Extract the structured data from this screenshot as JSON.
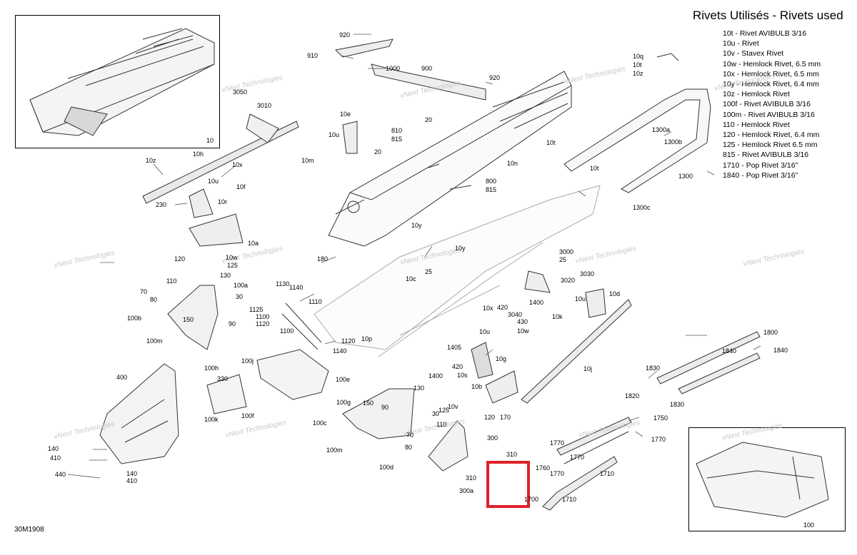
{
  "header": {
    "title": "Rivets Utilisés - Rivets used"
  },
  "legend": [
    "10t - Rivet AVIBULB 3/16",
    "10u - Rivet",
    "10v - Stavex Rivet",
    "10w - Hemlock Rivet, 6.5 mm",
    "10x - Hemlock Rivet, 6.5 mm",
    "10y - Hemlock Rivet, 6.4 mm",
    "10z - Hemlock Rivet",
    "100f - Rivet AVIBULB 3/16",
    "100m - Rivet AVIBULB 3/16",
    "110 - Hemlock Rivet",
    "120 - Hemlock Rivet, 6.4 mm",
    "125 - Hemlock Rivet 6.5 mm",
    "815 - Rivet AVIBULB 3/16",
    "1710 - Pop Rivet 3/16”",
    "1840 - Pop Rivet 3/16”"
  ],
  "drawing_code": "30M1908",
  "watermark": "vNext Technologies",
  "insets": {
    "top_left_number": "10",
    "bottom_right_number": "100"
  },
  "highlight": {
    "color": "#e0202a"
  },
  "part_labels": [
    {
      "t": "920"
    },
    {
      "t": "910"
    },
    {
      "t": "1000"
    },
    {
      "t": "900"
    },
    {
      "t": "920"
    },
    {
      "t": "10q"
    },
    {
      "t": "10t"
    },
    {
      "t": "10z"
    },
    {
      "t": "3050"
    },
    {
      "t": "3010"
    },
    {
      "t": "10e"
    },
    {
      "t": "20"
    },
    {
      "t": "10u"
    },
    {
      "t": "810"
    },
    {
      "t": "815"
    },
    {
      "t": "20"
    },
    {
      "t": "10m"
    },
    {
      "t": "10n"
    },
    {
      "t": "1300a"
    },
    {
      "t": "1300b"
    },
    {
      "t": "1300"
    },
    {
      "t": "10t"
    },
    {
      "t": "10t"
    },
    {
      "t": "1300c"
    },
    {
      "t": "800"
    },
    {
      "t": "815"
    },
    {
      "t": "10z"
    },
    {
      "t": "10h"
    },
    {
      "t": "10x"
    },
    {
      "t": "10u"
    },
    {
      "t": "10f"
    },
    {
      "t": "230"
    },
    {
      "t": "10r"
    },
    {
      "t": "10a"
    },
    {
      "t": "10y"
    },
    {
      "t": "120"
    },
    {
      "t": "10w"
    },
    {
      "t": "125"
    },
    {
      "t": "130"
    },
    {
      "t": "180"
    },
    {
      "t": "10y"
    },
    {
      "t": "25"
    },
    {
      "t": "3000"
    },
    {
      "t": "25"
    },
    {
      "t": "3030"
    },
    {
      "t": "110"
    },
    {
      "t": "100a"
    },
    {
      "t": "70"
    },
    {
      "t": "80"
    },
    {
      "t": "30"
    },
    {
      "t": "1130"
    },
    {
      "t": "1140"
    },
    {
      "t": "1110"
    },
    {
      "t": "10c"
    },
    {
      "t": "3020"
    },
    {
      "t": "10d"
    },
    {
      "t": "10u"
    },
    {
      "t": "100b"
    },
    {
      "t": "150"
    },
    {
      "t": "90"
    },
    {
      "t": "1125"
    },
    {
      "t": "1100"
    },
    {
      "t": "1120"
    },
    {
      "t": "1100"
    },
    {
      "t": "1400"
    },
    {
      "t": "10x"
    },
    {
      "t": "420"
    },
    {
      "t": "3040"
    },
    {
      "t": "10k"
    },
    {
      "t": "430"
    },
    {
      "t": "10u"
    },
    {
      "t": "10w"
    },
    {
      "t": "100m"
    },
    {
      "t": "1120"
    },
    {
      "t": "10p"
    },
    {
      "t": "1140"
    },
    {
      "t": "1405"
    },
    {
      "t": "1800"
    },
    {
      "t": "1840"
    },
    {
      "t": "1840"
    },
    {
      "t": "10g"
    },
    {
      "t": "420"
    },
    {
      "t": "10s"
    },
    {
      "t": "10j"
    },
    {
      "t": "400"
    },
    {
      "t": "100j"
    },
    {
      "t": "100h"
    },
    {
      "t": "330"
    },
    {
      "t": "100e"
    },
    {
      "t": "1400"
    },
    {
      "t": "10b"
    },
    {
      "t": "1830"
    },
    {
      "t": "130"
    },
    {
      "t": "1820"
    },
    {
      "t": "1830"
    },
    {
      "t": "100g"
    },
    {
      "t": "150"
    },
    {
      "t": "90"
    },
    {
      "t": "10v"
    },
    {
      "t": "125"
    },
    {
      "t": "120"
    },
    {
      "t": "170"
    },
    {
      "t": "100k"
    },
    {
      "t": "100f"
    },
    {
      "t": "30"
    },
    {
      "t": "100c"
    },
    {
      "t": "1750"
    },
    {
      "t": "110"
    },
    {
      "t": "70"
    },
    {
      "t": "300"
    },
    {
      "t": "1770"
    },
    {
      "t": "1770"
    },
    {
      "t": "80"
    },
    {
      "t": "140"
    },
    {
      "t": "100m"
    },
    {
      "t": "410"
    },
    {
      "t": "310"
    },
    {
      "t": "1770"
    },
    {
      "t": "100d"
    },
    {
      "t": "1760"
    },
    {
      "t": "1770"
    },
    {
      "t": "1710"
    },
    {
      "t": "440"
    },
    {
      "t": "140"
    },
    {
      "t": "310"
    },
    {
      "t": "410"
    },
    {
      "t": "300a"
    },
    {
      "t": "1700"
    },
    {
      "t": "1710"
    }
  ]
}
